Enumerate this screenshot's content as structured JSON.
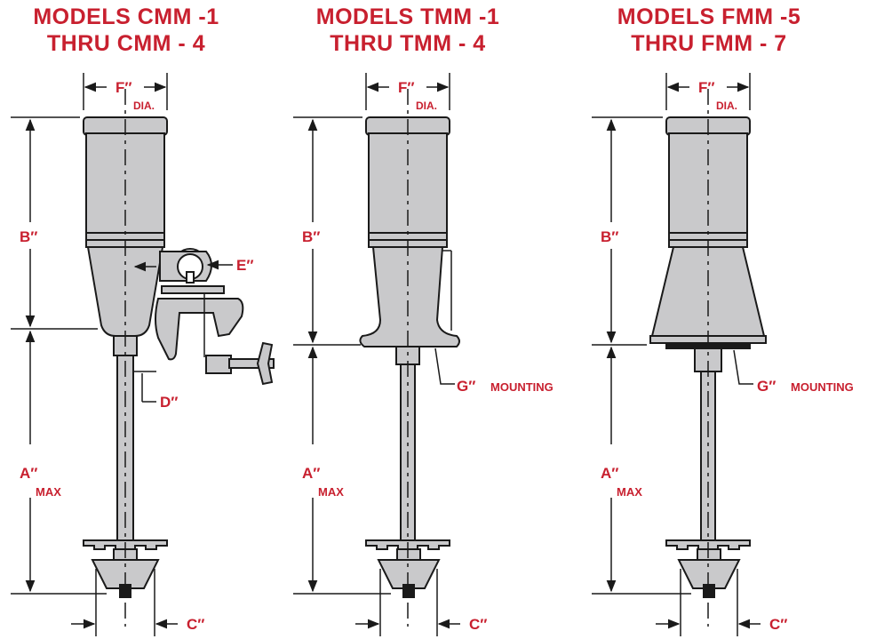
{
  "colors": {
    "title": "#c8202f",
    "body_fill": "#c9c9cb",
    "outline": "#1a1a1a"
  },
  "models": [
    {
      "title_line1": "MODELS CMM -1",
      "title_line2": "THRU CMM - 4",
      "labels": {
        "f": "F″",
        "dia": "DIA.",
        "b": "B″",
        "a": "A″",
        "max": "MAX",
        "c": "C″",
        "d": "D″",
        "e": "E″"
      }
    },
    {
      "title_line1": "MODELS TMM -1",
      "title_line2": "THRU TMM - 4",
      "labels": {
        "f": "F″",
        "dia": "DIA.",
        "b": "B″",
        "a": "A″",
        "max": "MAX",
        "c": "C″",
        "g": "G″",
        "mounting": "MOUNTING"
      }
    },
    {
      "title_line1": "MODELS FMM -5",
      "title_line2": "THRU FMM - 7",
      "labels": {
        "f": "F″",
        "dia": "DIA.",
        "b": "B″",
        "a": "A″",
        "max": "MAX",
        "c": "C″",
        "g": "G″",
        "mounting": "MOUNTING"
      }
    }
  ]
}
